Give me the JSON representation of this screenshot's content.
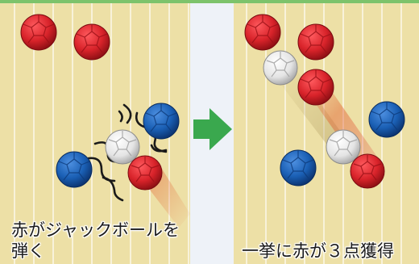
{
  "left_panel": {
    "caption": "赤がジャックボールを\n弾く",
    "balls": [
      {
        "name": "red-ball",
        "color": "#d8232a"
      },
      {
        "name": "red-ball",
        "color": "#d8232a"
      },
      {
        "name": "blue-ball",
        "color": "#1a5fb4"
      },
      {
        "name": "white-jack-ball",
        "color": "#e9e9e9"
      },
      {
        "name": "blue-ball",
        "color": "#1a5fb4"
      },
      {
        "name": "red-ball",
        "color": "#d8232a"
      }
    ]
  },
  "right_panel": {
    "caption": "一挙に赤が３点獲得"
  },
  "arrow": {
    "color": "#3aa84e",
    "name": "arrow-right-icon"
  },
  "colors": {
    "court": "#ede0a6",
    "court_line": "#ffffff",
    "gap": "#eef2f8",
    "red": "#d8232a",
    "blue": "#1a5fb4",
    "white": "#eeeeee"
  }
}
